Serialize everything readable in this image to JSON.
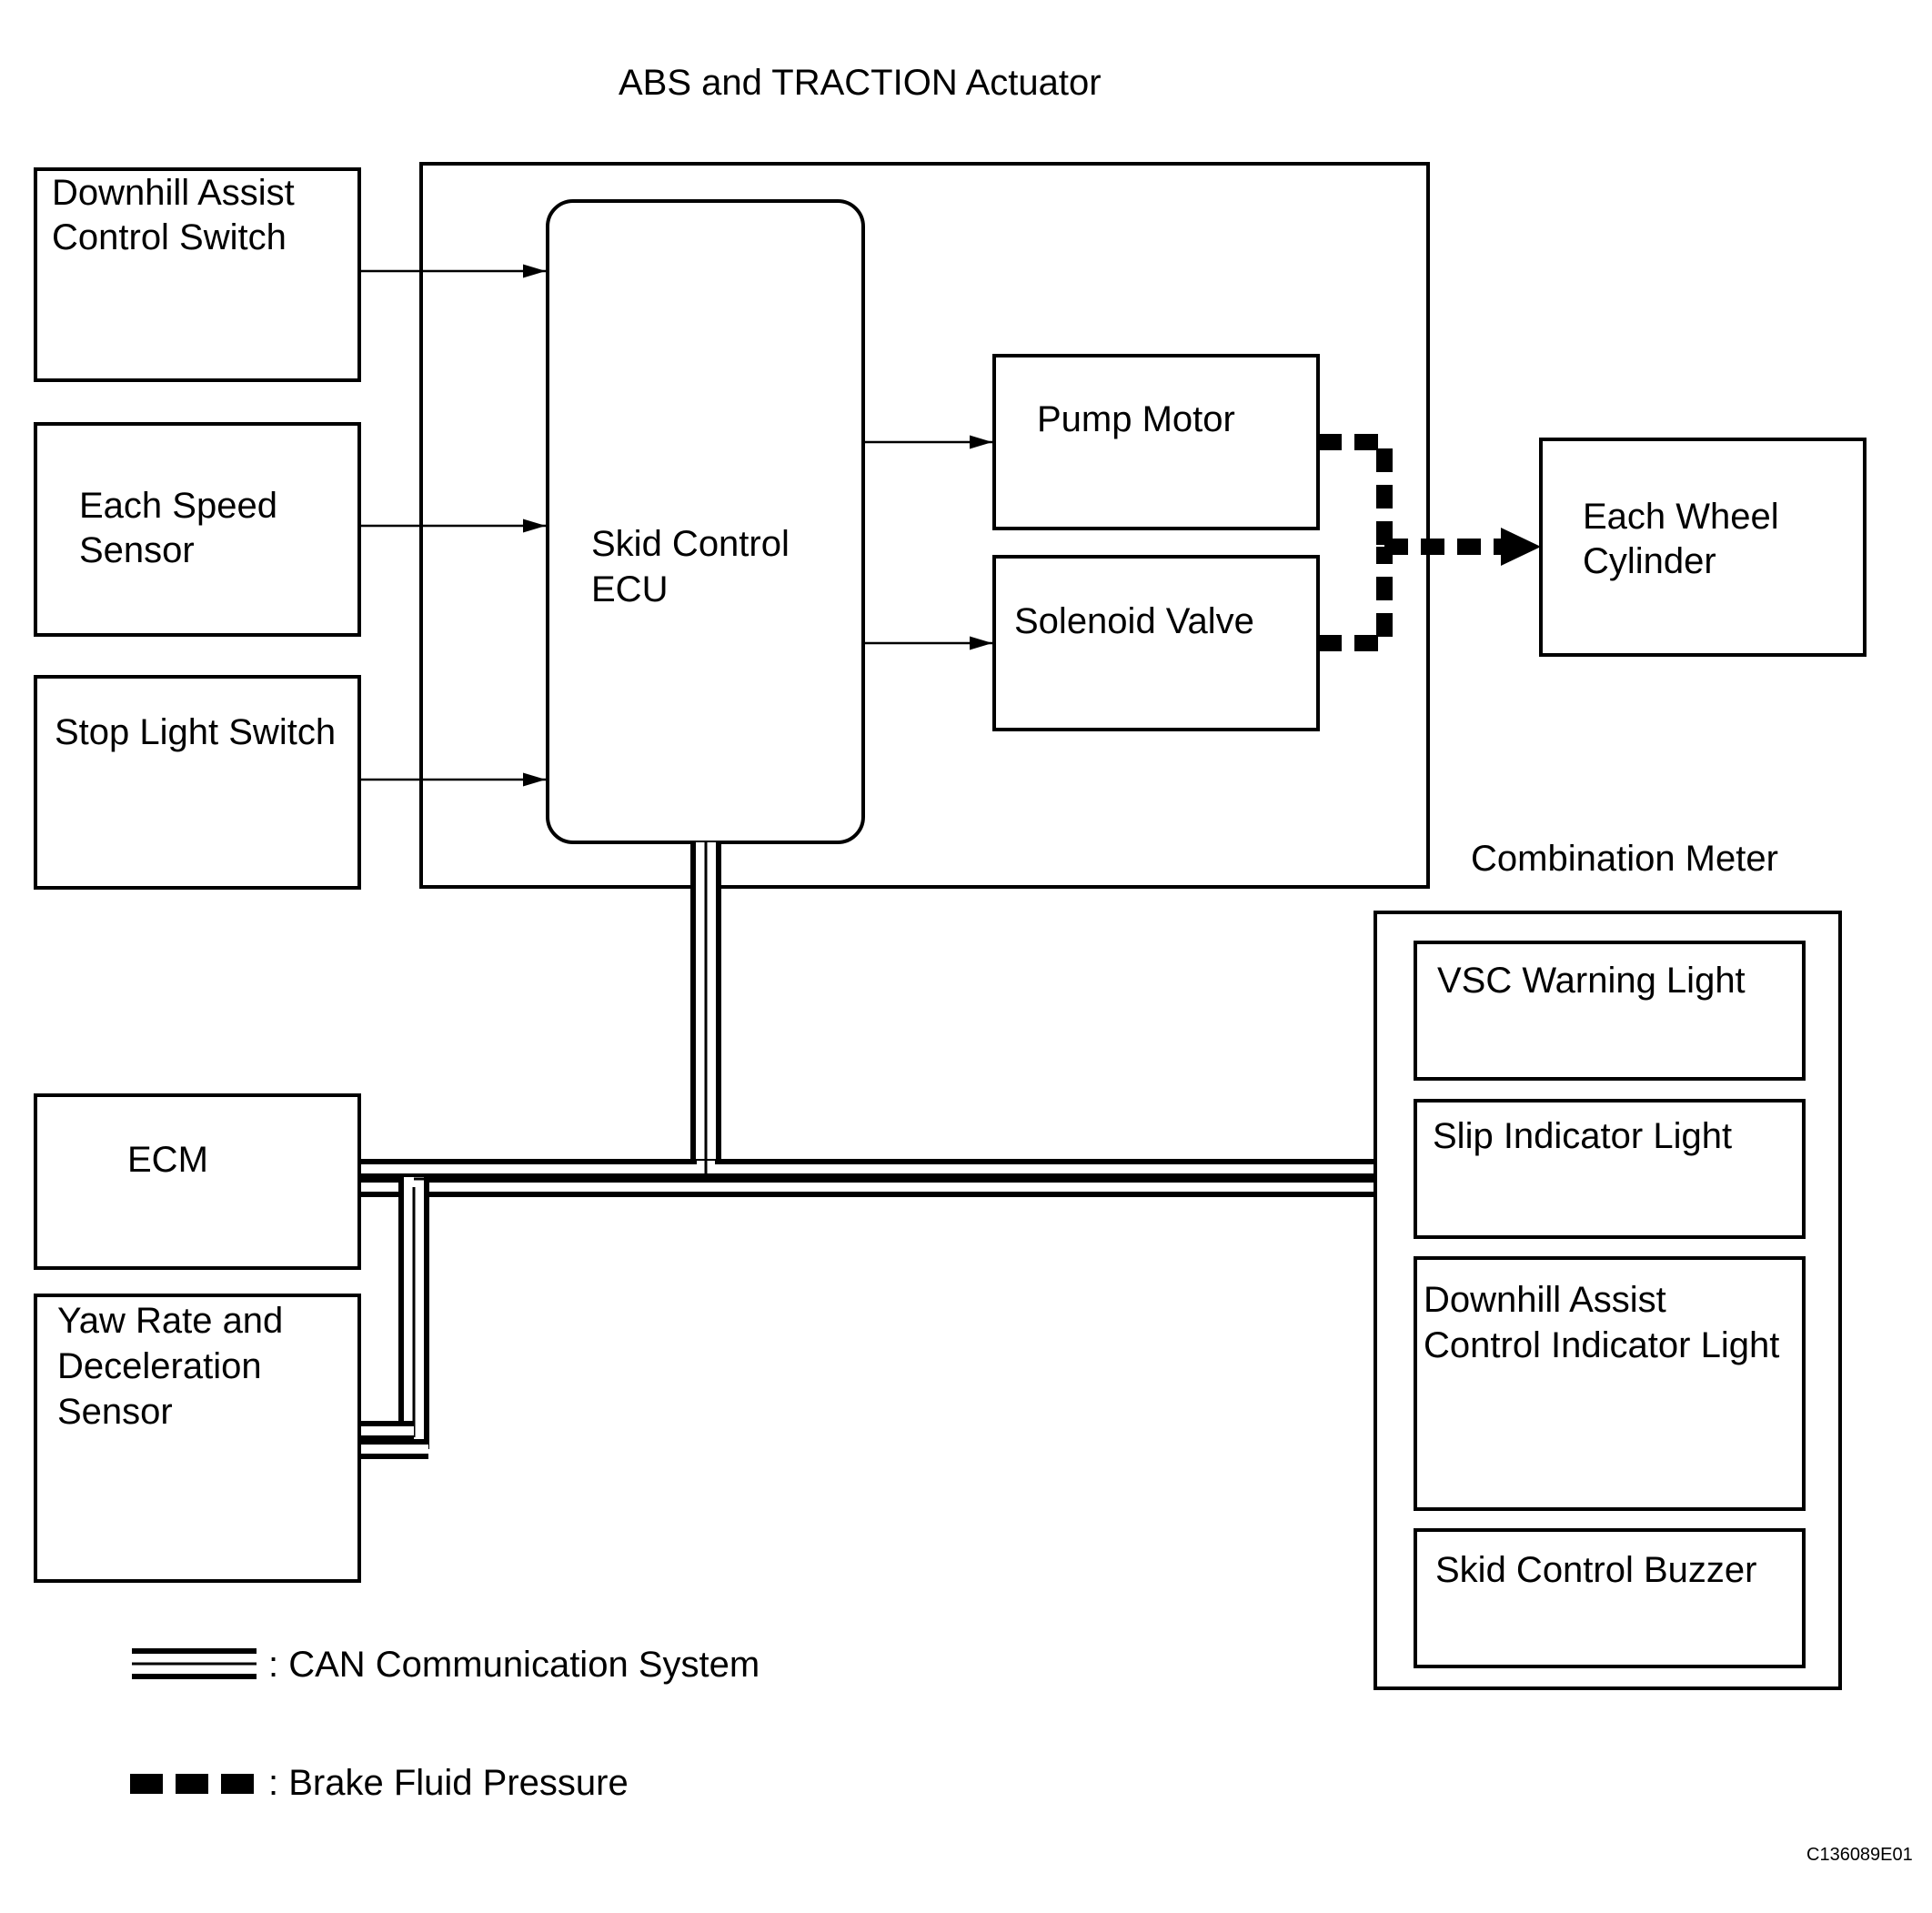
{
  "diagram": {
    "title": "ABS and TRACTION Actuator",
    "nodes": {
      "downhill_switch": [
        "Downhill Assist",
        "Control Switch"
      ],
      "speed_sensor": [
        "Each Speed",
        "Sensor"
      ],
      "stop_light_switch": [
        "Stop Light Switch"
      ],
      "skid_ecu": [
        "Skid Control",
        "ECU"
      ],
      "pump_motor": [
        "Pump Motor"
      ],
      "solenoid_valve": [
        "Solenoid Valve"
      ],
      "wheel_cylinder": [
        "Each Wheel",
        "Cylinder"
      ],
      "ecm": [
        "ECM"
      ],
      "yaw_sensor": [
        "Yaw Rate and",
        "Deceleration",
        "Sensor"
      ],
      "combination_meter": [
        "Combination Meter"
      ],
      "vsc_light": [
        "VSC Warning Light"
      ],
      "slip_light": [
        "Slip Indicator Light"
      ],
      "downhill_light": [
        "Downhill Assist",
        "Control Indicator Light"
      ],
      "buzzer": [
        "Skid Control Buzzer"
      ]
    },
    "edges": [
      {
        "from": "downhill_switch",
        "to": "skid_ecu",
        "kind": "signal"
      },
      {
        "from": "speed_sensor",
        "to": "skid_ecu",
        "kind": "signal"
      },
      {
        "from": "stop_light_switch",
        "to": "skid_ecu",
        "kind": "signal"
      },
      {
        "from": "skid_ecu",
        "to": "pump_motor",
        "kind": "signal"
      },
      {
        "from": "skid_ecu",
        "to": "solenoid_valve",
        "kind": "signal"
      },
      {
        "from": "pump_motor",
        "to": "wheel_cylinder",
        "kind": "brake_fluid"
      },
      {
        "from": "solenoid_valve",
        "to": "wheel_cylinder",
        "kind": "brake_fluid"
      },
      {
        "from": "skid_ecu",
        "to": "combination_meter",
        "kind": "can"
      },
      {
        "from": "ecm",
        "to": "combination_meter",
        "kind": "can"
      },
      {
        "from": "yaw_sensor",
        "to": "combination_meter",
        "kind": "can"
      }
    ],
    "legend": {
      "can": ": CAN Communication System",
      "brake": ": Brake Fluid Pressure"
    },
    "code": "C136089E01"
  }
}
